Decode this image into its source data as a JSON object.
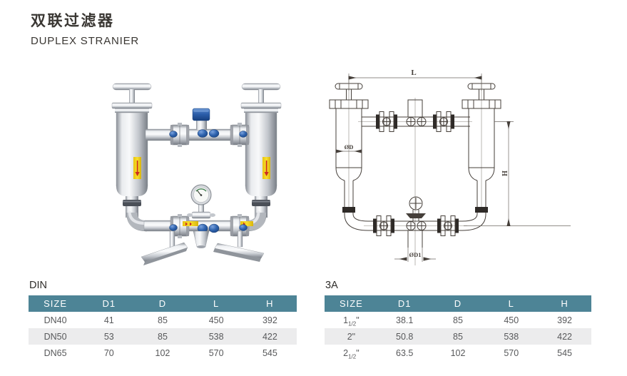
{
  "page": {
    "title_zh": "双联过滤器",
    "title_en": "DUPLEX STRANIER"
  },
  "drawing": {
    "dims": {
      "length": "L",
      "diameter": "ØD",
      "height": "H",
      "diameter1": "ØD1"
    }
  },
  "tables": [
    {
      "id": "din",
      "label": "DIN",
      "headers": [
        "SIZE",
        "D1",
        "D",
        "L",
        "H"
      ],
      "rows": [
        {
          "size_num": "DN40",
          "size_frac": "",
          "size_unit": "",
          "values": [
            "41",
            "85",
            "450",
            "392"
          ]
        },
        {
          "size_num": "DN50",
          "size_frac": "",
          "size_unit": "",
          "values": [
            "53",
            "85",
            "538",
            "422"
          ]
        },
        {
          "size_num": "DN65",
          "size_frac": "",
          "size_unit": "",
          "values": [
            "70",
            "102",
            "570",
            "545"
          ]
        }
      ]
    },
    {
      "id": "a3",
      "label": "3A",
      "headers": [
        "SIZE",
        "D1",
        "D",
        "L",
        "H"
      ],
      "rows": [
        {
          "size_num": "1",
          "size_frac": "1/2",
          "size_unit": "\"",
          "values": [
            "38.1",
            "85",
            "450",
            "392"
          ]
        },
        {
          "size_num": "2",
          "size_frac": "",
          "size_unit": "\"",
          "values": [
            "50.8",
            "85",
            "538",
            "422"
          ]
        },
        {
          "size_num": "2",
          "size_frac": "1/2",
          "size_unit": "\"",
          "values": [
            "63.5",
            "102",
            "570",
            "545"
          ]
        }
      ]
    }
  ],
  "colors": {
    "table_header_bg": "#4d8496",
    "table_zebra": "#ececed",
    "table_text": "#58595b",
    "drawing_line": "#453f3a",
    "photo_blue": "#2a5ca8",
    "label_yellow": "#f4d514"
  }
}
